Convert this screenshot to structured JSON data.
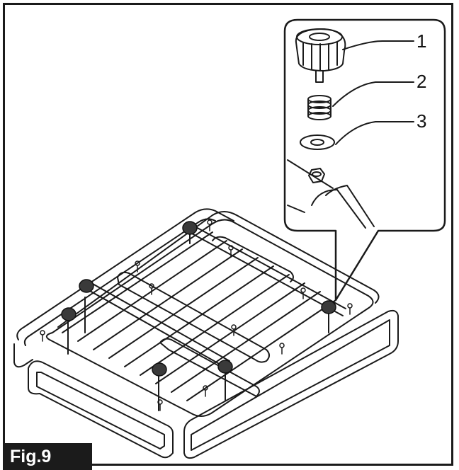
{
  "figure": {
    "label": "Fig.9",
    "callouts": [
      {
        "number": "1",
        "part": "knob"
      },
      {
        "number": "2",
        "part": "spring"
      },
      {
        "number": "3",
        "part": "washer"
      }
    ],
    "icons": [
      "knob-icon",
      "spring-icon",
      "washer-icon",
      "nut-icon",
      "frame-rack-icon"
    ]
  }
}
